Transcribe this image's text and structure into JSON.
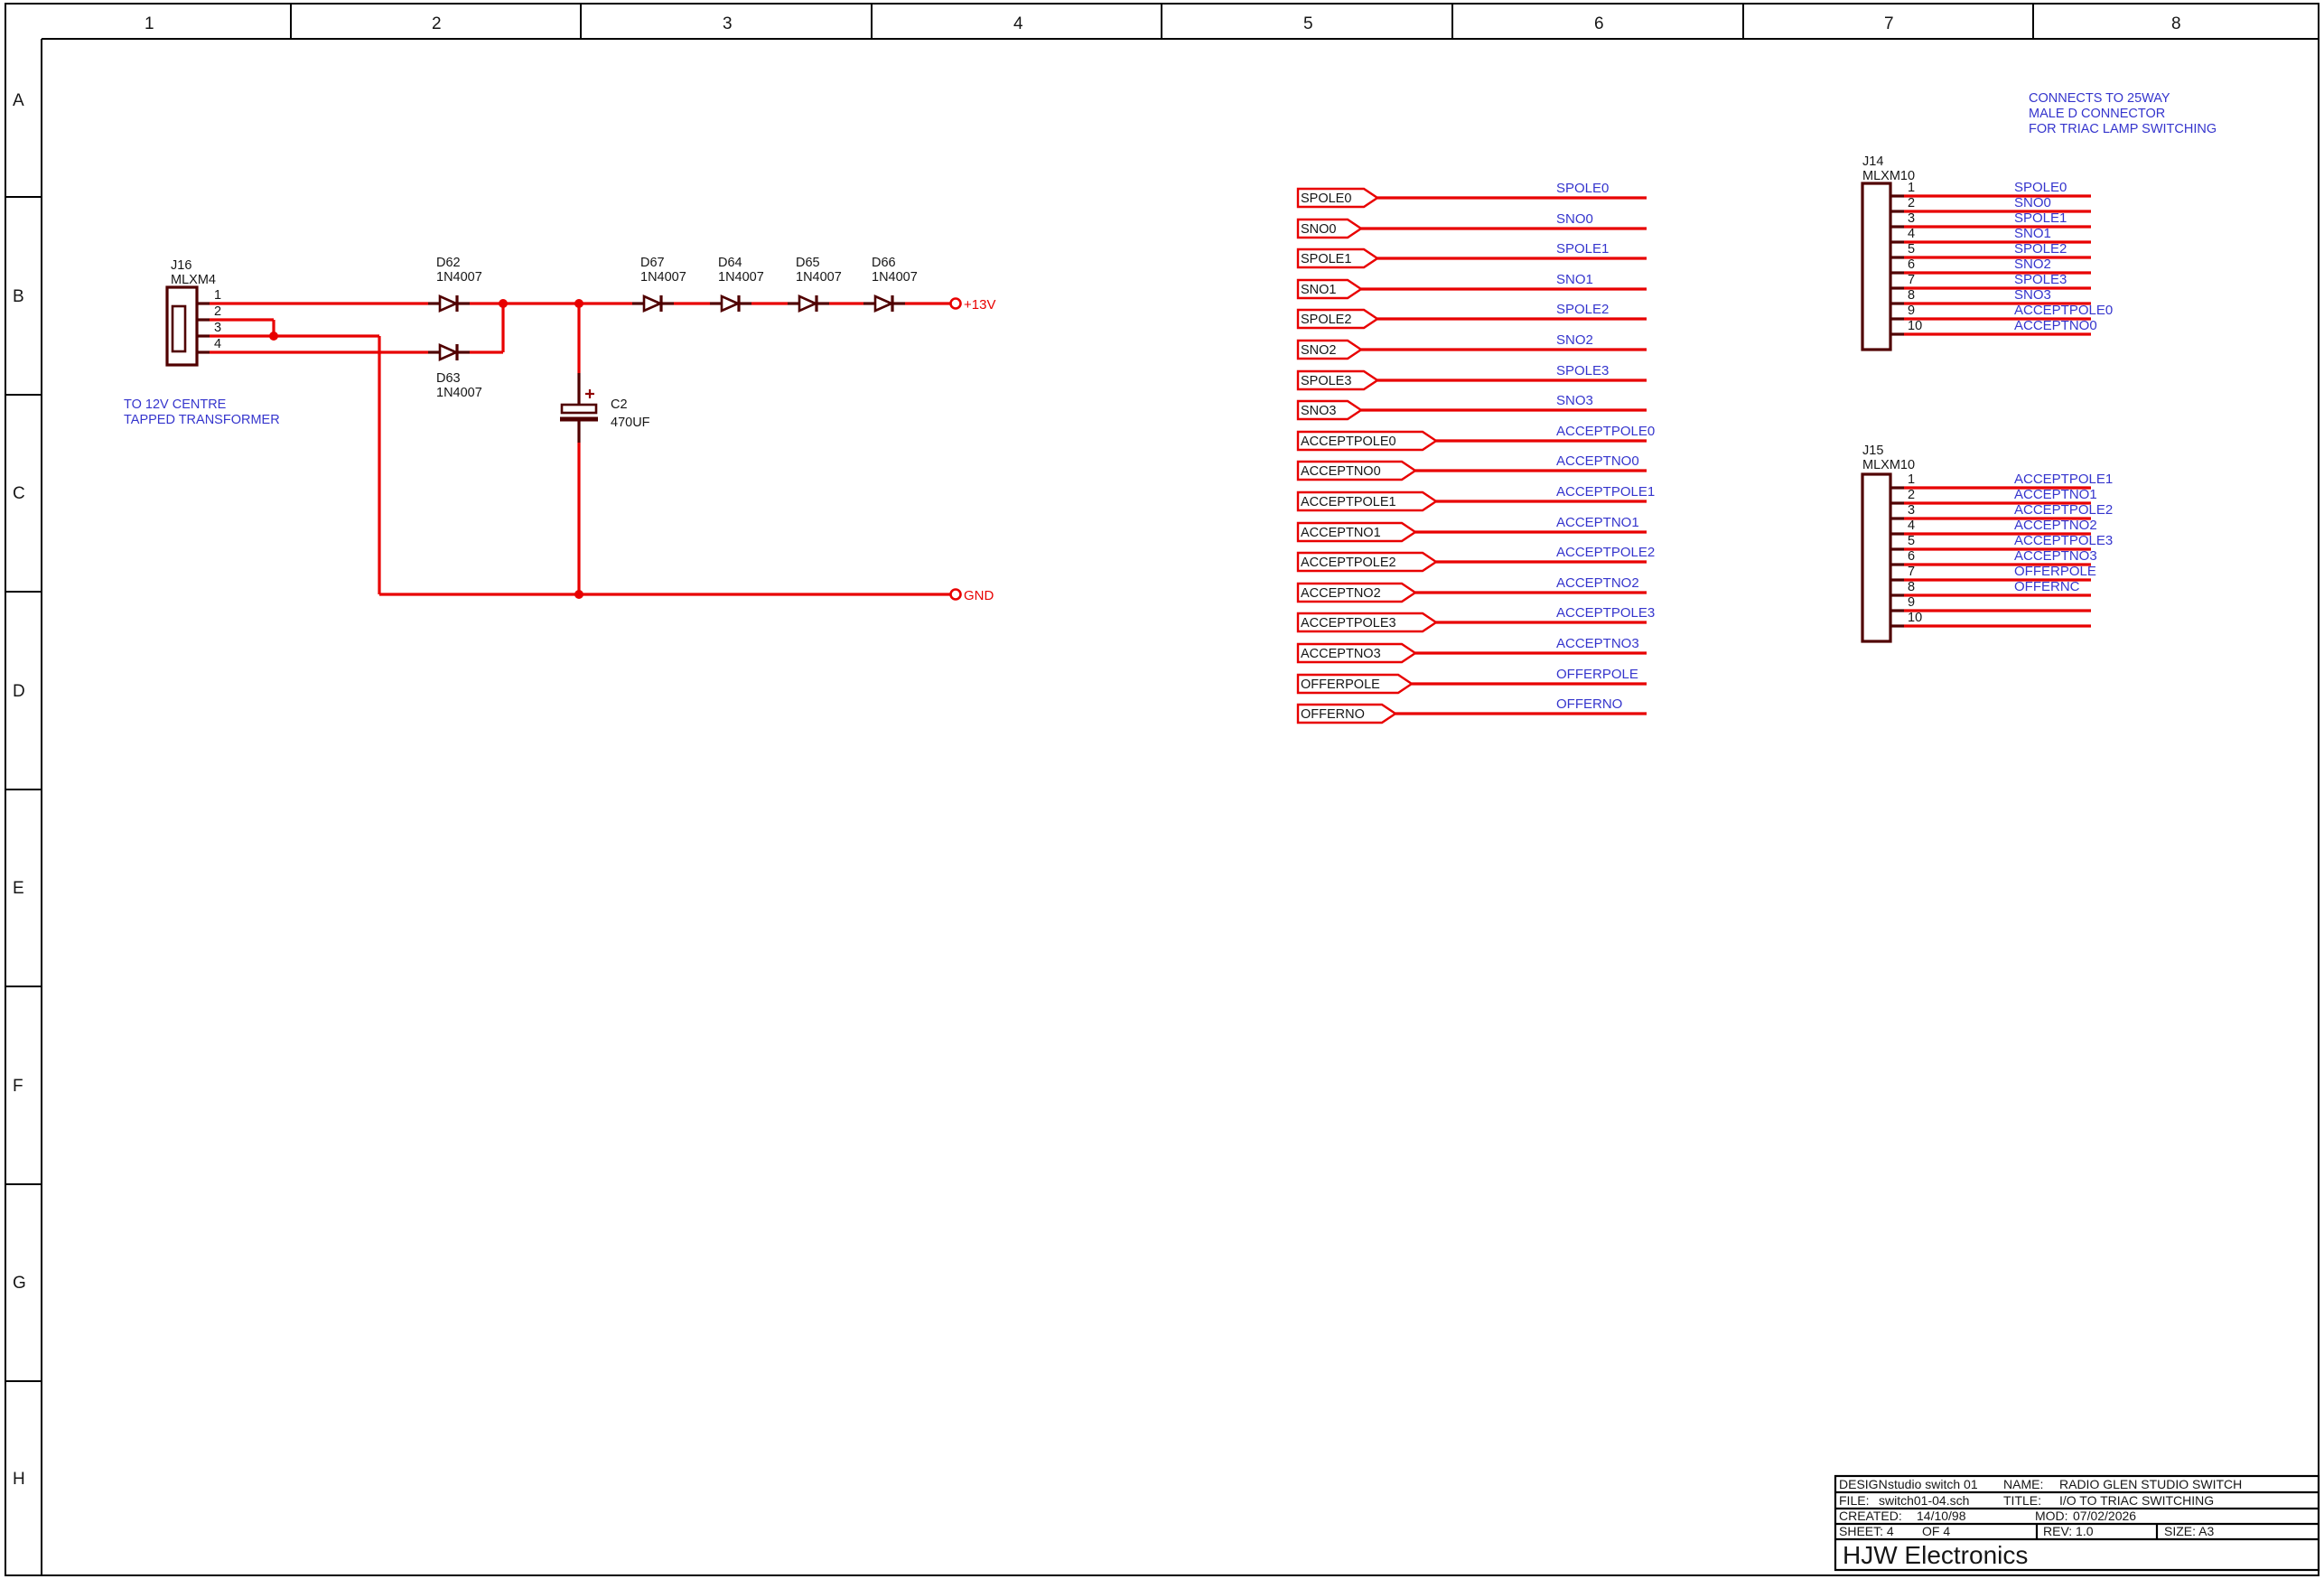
{
  "frame": {
    "columns": [
      "1",
      "2",
      "3",
      "4",
      "5",
      "6",
      "7",
      "8"
    ],
    "rows": [
      "A",
      "B",
      "C",
      "D",
      "E",
      "F",
      "G",
      "H"
    ]
  },
  "notes": {
    "transformer1": "TO 12V CENTRE",
    "transformer2": "TAPPED TRANSFORMER",
    "connects1": "CONNECTS TO 25WAY",
    "connects2": "MALE D CONNECTOR",
    "connects3": "FOR TRIAC LAMP SWITCHING"
  },
  "power": {
    "rail": "+13V",
    "ground": "GND"
  },
  "j16": {
    "ref": "J16",
    "part": "MLXM4",
    "pins": [
      "1",
      "2",
      "3",
      "4"
    ]
  },
  "diodes": {
    "d62": {
      "ref": "D62",
      "value": "1N4007"
    },
    "d63": {
      "ref": "D63",
      "value": "1N4007"
    },
    "d67": {
      "ref": "D67",
      "value": "1N4007"
    },
    "d64": {
      "ref": "D64",
      "value": "1N4007"
    },
    "d65": {
      "ref": "D65",
      "value": "1N4007"
    },
    "d66": {
      "ref": "D66",
      "value": "1N4007"
    }
  },
  "c2": {
    "ref": "C2",
    "value": "470UF"
  },
  "flags": [
    "SPOLE0",
    "SNO0",
    "SPOLE1",
    "SNO1",
    "SPOLE2",
    "SNO2",
    "SPOLE3",
    "SNO3",
    "ACCEPTPOLE0",
    "ACCEPTNO0",
    "ACCEPTPOLE1",
    "ACCEPTNO1",
    "ACCEPTPOLE2",
    "ACCEPTNO2",
    "ACCEPTPOLE3",
    "ACCEPTNO3",
    "OFFERPOLE",
    "OFFERNO"
  ],
  "j14": {
    "ref": "J14",
    "part": "MLXM10",
    "pins": [
      {
        "n": "1",
        "net": "SPOLE0"
      },
      {
        "n": "2",
        "net": "SNO0"
      },
      {
        "n": "3",
        "net": "SPOLE1"
      },
      {
        "n": "4",
        "net": "SNO1"
      },
      {
        "n": "5",
        "net": "SPOLE2"
      },
      {
        "n": "6",
        "net": "SNO2"
      },
      {
        "n": "7",
        "net": "SPOLE3"
      },
      {
        "n": "8",
        "net": "SNO3"
      },
      {
        "n": "9",
        "net": "ACCEPTPOLE0"
      },
      {
        "n": "10",
        "net": "ACCEPTNO0"
      }
    ]
  },
  "j15": {
    "ref": "J15",
    "part": "MLXM10",
    "pins": [
      {
        "n": "1",
        "net": "ACCEPTPOLE1"
      },
      {
        "n": "2",
        "net": "ACCEPTNO1"
      },
      {
        "n": "3",
        "net": "ACCEPTPOLE2"
      },
      {
        "n": "4",
        "net": "ACCEPTNO2"
      },
      {
        "n": "5",
        "net": "ACCEPTPOLE3"
      },
      {
        "n": "6",
        "net": "ACCEPTNO3"
      },
      {
        "n": "7",
        "net": "OFFERPOLE"
      },
      {
        "n": "8",
        "net": "OFFERNC"
      },
      {
        "n": "9"
      },
      {
        "n": "10"
      }
    ]
  },
  "title_block": {
    "design_label": "DESIGN",
    "design_value": "studio switch 01",
    "name_label": "NAME:",
    "name_value": "RADIO GLEN STUDIO SWITCH",
    "file_label": "FILE:",
    "file_value": "switch01-04.sch",
    "title_label": "TITLE:",
    "title_value": "I/O TO TRIAC SWITCHING",
    "created_label": "CREATED:",
    "created_value": "14/10/98",
    "mod_label": "MOD:",
    "mod_value": "07/02/2026",
    "sheet": "SHEET: 4",
    "of": "OF 4",
    "rev": "REV: 1.0",
    "size": "SIZE: A3",
    "company": "HJW Electronics"
  },
  "colors": {
    "wire": "#e80000",
    "component_outline": "#500000",
    "net_label": "#3535cd",
    "annotation": "#3535cd",
    "text": "#161616"
  }
}
